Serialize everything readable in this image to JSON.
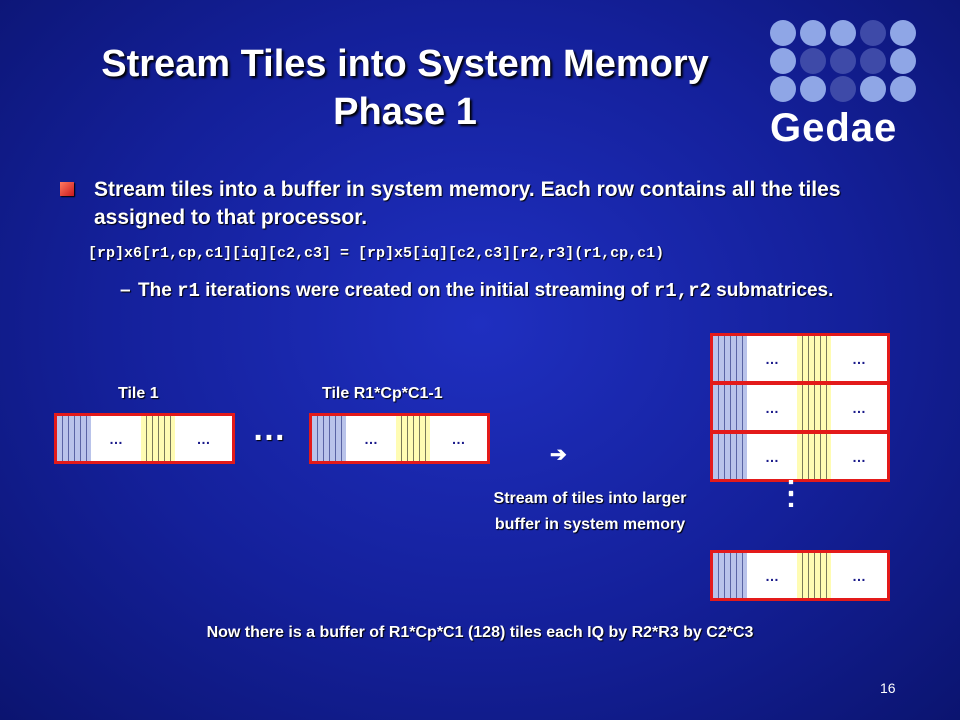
{
  "title": {
    "line1": "Stream Tiles into System Memory",
    "line2": "Phase 1"
  },
  "logo": {
    "word": "Gedae",
    "dots": [
      "#8fa6e6",
      "#8fa6e6",
      "#8fa6e6",
      "#3e4aa8",
      "#8fa6e6",
      "#8fa6e6",
      "#3e4aa8",
      "#3e4aa8",
      "#3e4aa8",
      "#8fa6e6",
      "#8fa6e6",
      "#8fa6e6",
      "#3e4aa8",
      "#8fa6e6",
      "#8fa6e6"
    ]
  },
  "bullet": {
    "text": "Stream tiles into a buffer in system memory. Each row contains all the tiles assigned to that processor.",
    "code": "[rp]x6[r1,cp,c1][iq][c2,c3] = [rp]x5[iq][c2,c3][r2,r3](r1,cp,c1)"
  },
  "sub_bullet": {
    "dash": "–",
    "pre": "The ",
    "code1": "r1",
    "mid": " iterations were created on the initial streaming of ",
    "code2": "r1,r2",
    "post": " submatrices."
  },
  "labels": {
    "tile1": "Tile 1",
    "tile_last": "Tile R1*Cp*C1-1",
    "between": "…",
    "arrow": "➔",
    "stream": "Stream of tiles into larger buffer in system memory",
    "vertical_ellipsis": ":",
    "cell_ellipsis": "…"
  },
  "footer": "Now there is a buffer of R1*Cp*C1 (128) tiles each  IQ by R2*R3 by C2*C3",
  "page_number": "16",
  "colors": {
    "tile_border": "#e31a1a",
    "blue_stripe": "#b9c3ea",
    "yellow_stripe": "#fffcb3"
  }
}
